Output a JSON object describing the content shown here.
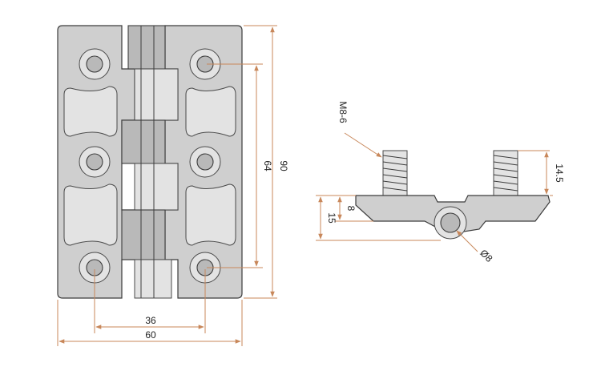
{
  "colors": {
    "dimension": "#c8875a",
    "body": "#cfcfcf",
    "outline": "#3c3c3c",
    "text": "#222222"
  },
  "dimensions": {
    "hole_spacing_horizontal": "36",
    "overall_width": "60",
    "hole_spacing_vertical": "64",
    "overall_height": "90",
    "thread_spec": "M8-6",
    "bolt_length": "14.5",
    "leaf_thickness": "8",
    "overall_thickness": "15",
    "pin_diameter": "Ø8"
  }
}
